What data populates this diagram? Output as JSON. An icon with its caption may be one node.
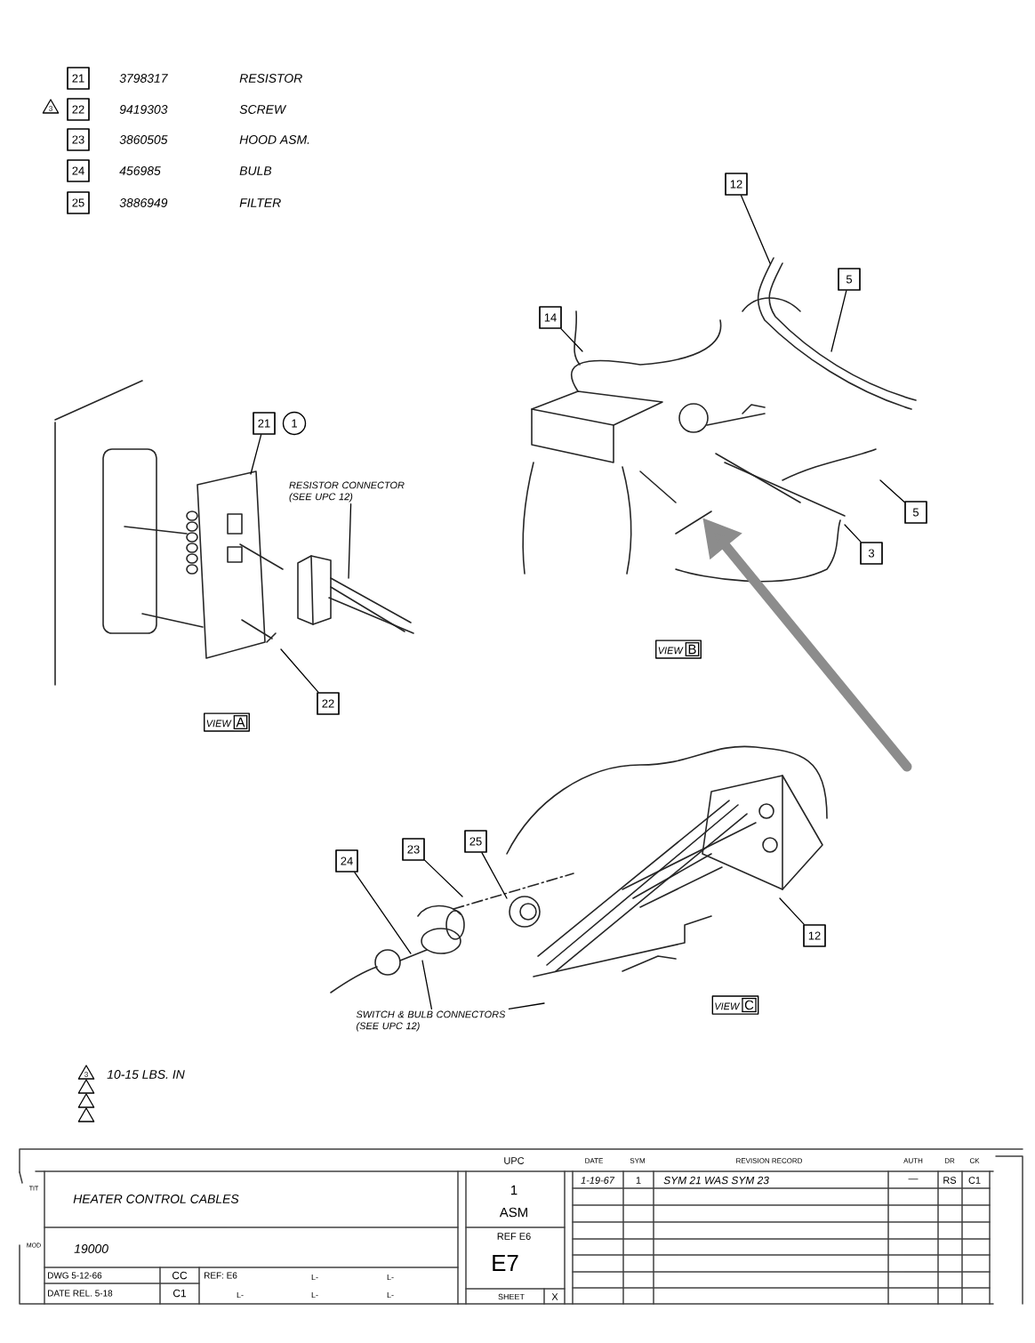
{
  "diagram": {
    "nodes": [
      {
        "text": [
          "21"
        ],
        "beside": [
          "3798317"
        ]
      },
      {
        "text": [
          "22"
        ],
        "beside": [
          "9419303"
        ]
      },
      {
        "text": [
          "23"
        ],
        "beside": [
          "3860505"
        ]
      },
      {
        "text": [
          "24"
        ],
        "beside": [
          "456985"
        ]
      },
      {
        "text": [
          "25"
        ],
        "beside": [
          "3886949"
        ]
      },
      {
        "text": [
          "3"
        ]
      },
      {
        "text": [
          "21"
        ]
      },
      {
        "text": [
          "1"
        ]
      },
      {
        "text": [
          "RESISTOR CONNECTOR (SEE UPC 12)"
        ]
      },
      {
        "text": [
          "22"
        ]
      },
      {
        "text": [
          "VIEW",
          "A"
        ]
      },
      {
        "text": [
          "12"
        ]
      },
      {
        "text": [
          "14"
        ]
      },
      {
        "text": [
          "5"
        ]
      },
      {
        "text": [
          "5"
        ]
      },
      {
        "text": [
          "3"
        ]
      },
      {
        "text": [
          "VIEW",
          "B"
        ]
      },
      {
        "text": [
          "24"
        ]
      },
      {
        "text": [
          "23"
        ]
      },
      {
        "text": [
          "25"
        ]
      },
      {
        "text": [
          "12"
        ]
      },
      {
        "text": [
          "SWITCH & BULB CONNECTORS (SEE UPC 12)"
        ]
      },
      {
        "text": [
          "VIEW",
          "C"
        ]
      },
      {
        "text": [
          "3"
        ],
        "beside": [
          "10-15 LBS. IN"
        ]
      },
      {
        "text": [],
        "shape": "triangle"
      },
      {
        "text": [],
        "shape": "triangle"
      },
      {
        "text": [],
        "shape": "triangle"
      }
    ],
    "edges": [
      {
        "from": 6,
        "to": null,
        "arrow": "none"
      },
      {
        "from": 8,
        "to": null,
        "arrow": "none"
      },
      {
        "from": 9,
        "to": null,
        "arrow": "none"
      },
      {
        "from": 11,
        "to": null,
        "arrow": "none"
      },
      {
        "from": 12,
        "to": null,
        "arrow": "none"
      },
      {
        "from": 13,
        "to": null,
        "arrow": "none"
      },
      {
        "from": 14,
        "to": null,
        "arrow": "none"
      },
      {
        "from": 15,
        "to": null,
        "arrow": "none"
      },
      {
        "from": 17,
        "to": null,
        "arrow": "none"
      },
      {
        "from": 18,
        "to": null,
        "arrow": "none"
      },
      {
        "from": 19,
        "to": null,
        "arrow": "none"
      },
      {
        "from": 20,
        "to": null,
        "arrow": "none"
      },
      {
        "from": 21,
        "to": null,
        "arrow": "none"
      },
      {
        "from": 21,
        "to": null,
        "arrow": "none"
      }
    ],
    "labels": [
      "RESISTOR",
      "SCREW",
      "HOOD ASM.",
      "BULB",
      "FILTER",
      "UPC",
      "DATE",
      "SYM",
      "REVISION RECORD",
      "AUTH",
      "DR",
      "CK",
      "TIT",
      "HEATER CONTROL CABLES",
      "1",
      "1-19-67",
      "1",
      "SYM 21 WAS SYM 23",
      "—",
      "RS",
      "C1",
      "ASM",
      "MOD",
      "19000",
      "REF E6",
      "E7",
      "DWG 5-12-66",
      "CC",
      "REF: E6",
      "L-",
      "L-",
      "DATE REL. 5-18",
      "C1",
      "L-",
      "L-",
      "L-",
      "SHEET",
      "X"
    ]
  }
}
